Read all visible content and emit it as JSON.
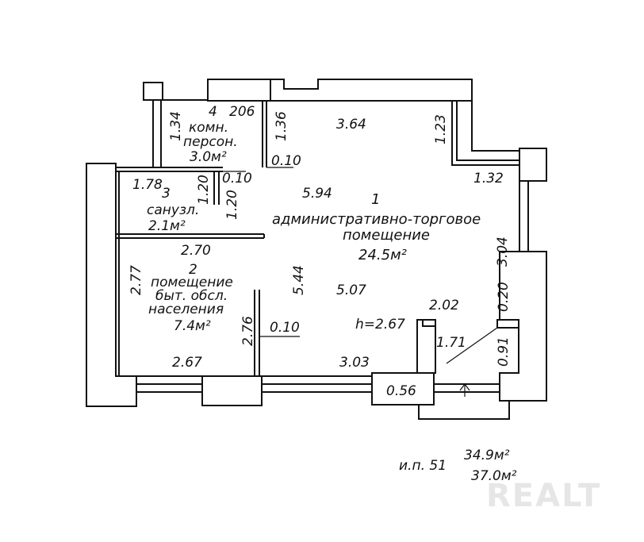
{
  "rooms": [
    {
      "number": "1",
      "name_line1": "административно-торговое",
      "name_line2": "помещение",
      "area": "24.5м²"
    },
    {
      "number": "2",
      "name_line1": "помещение",
      "name_line2": "быт. обсл.",
      "name_line3": "населения",
      "area": "7.4м²"
    },
    {
      "number": "3",
      "name_line1": "санузл.",
      "area": "2.1м²"
    },
    {
      "number": "4",
      "name_line1": "комн.",
      "name_line2": "персон.",
      "area": "3.0м²"
    }
  ],
  "dimensions": {
    "d_206": "206",
    "d_134": "1.34",
    "d_136": "1.36",
    "d_364": "3.64",
    "d_123": "1.23",
    "d_010_a": "0.10",
    "d_010_b": "0.10",
    "d_010_c": "0.10",
    "d_178": "1.78",
    "d_120_a": "1.20",
    "d_120_b": "1.20",
    "d_594": "5.94",
    "d_132": "1.32",
    "d_270": "2.70",
    "d_277": "2.77",
    "d_544": "5.44",
    "d_507": "5.07",
    "d_304": "3.04",
    "d_202": "2.02",
    "d_020": "0.20",
    "d_276": "2.76",
    "d_171": "1.71",
    "d_091": "0.91",
    "d_267_dim": "2.67",
    "d_303": "3.03",
    "d_056": "0.56"
  },
  "ceiling_height": "h=2.67",
  "summary": {
    "inventory": "и.п. 51",
    "area_1": "34.9м²",
    "area_2": "37.0м²"
  },
  "watermark": "REALT"
}
